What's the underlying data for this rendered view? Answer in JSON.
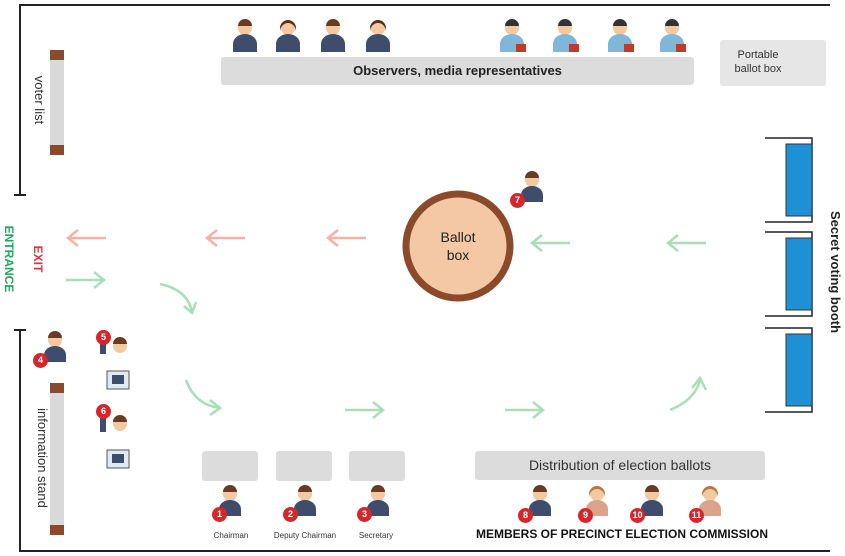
{
  "observers_label": "Observers, media representatives",
  "portable_box": {
    "line1": "Portable",
    "line2": "ballot box"
  },
  "voter_list": "voter list",
  "information_stand": "information stand",
  "exit": "EXIT",
  "entrance": "ENTRANCE",
  "ballot_box": {
    "line1": "Ballot",
    "line2": "box"
  },
  "secret_booth": "Secret voting booth",
  "distribution": "Distribution of election ballots",
  "members": "MEMBERS OF PRECINCT ELECTION COMMISSION",
  "officials": [
    {
      "num": "1",
      "title": "Chairman"
    },
    {
      "num": "2",
      "title": "Deputy Chairman"
    },
    {
      "num": "3",
      "title": "Secretary"
    }
  ],
  "member_nums": [
    "8",
    "9",
    "10",
    "11"
  ],
  "badge7": "7",
  "badge4": "4",
  "badge5": "5",
  "badge6": "6",
  "colors": {
    "exit": "#e2323a",
    "entrance": "#1fa85a",
    "booth": "#1e90d6",
    "ballot_ring": "#8b4a2b",
    "ballot_fill": "#f4c8a4",
    "exit_arrow": "#f3b3a3",
    "enter_arrow": "#a8dfb8",
    "badge": "#d7262b"
  }
}
